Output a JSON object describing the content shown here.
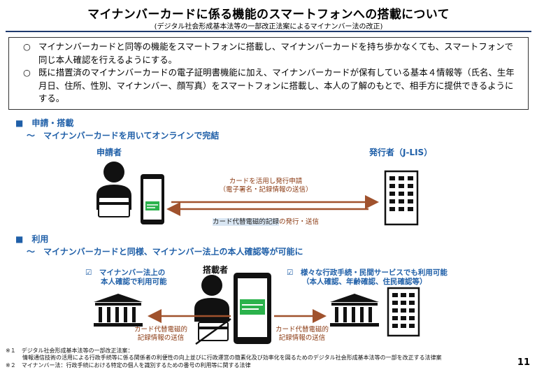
{
  "header": {
    "title": "マイナンバーカードに係る機能のスマートフォンへの搭載について",
    "subtitle": "(デジタル社会形成基本法等の一部改正法案によるマイナンバー法の改正)"
  },
  "summary": {
    "items": [
      {
        "mark": "○",
        "text": "マイナンバーカードと同等の機能をスマートフォンに搭載し、マイナンバーカードを持ち歩かなくても、スマートフォンで同じ本人確認を行えるようにする。"
      },
      {
        "mark": "○",
        "text": "既に措置済のマイナンバーカードの電子証明書機能に加え、マイナンバーカードが保有している基本４情報等（氏名、生年月日、住所、性別、マイナンバー、顔写真）をスマートフォンに搭載し、本人の了解のもとで、相手方に提供できるようにする。"
      }
    ]
  },
  "section1": {
    "heading": "■　申請・搭載",
    "subheading": "～　マイナンバーカードを用いてオンラインで完結",
    "applicant_label": "申請者",
    "issuer_label": "発行者（J-LIS）",
    "arrow_to_issuer": [
      "カードを活用し発行申請",
      "（電子署名・記録情報の送信）"
    ],
    "arrow_to_phone_highlight": "カード代替電磁的記録",
    "arrow_to_phone_rest": "の発行・送信"
  },
  "section2": {
    "heading": "■　利用",
    "subheading": "～　マイナンバーカードと同様、マイナンバー法上の本人確認等が可能に",
    "holder_label": "搭載者",
    "left_check": [
      "☑　マイナンバー法上の",
      "本人確認で利用可能"
    ],
    "right_check": [
      "☑　様々な行政手続・民間サービスでも利用可能",
      "（本人確認、年齢確認、住民確認等）"
    ],
    "left_arrow": [
      "カード代替電磁的",
      "記録情報の送信"
    ],
    "right_arrow": [
      "カード代替電磁的",
      "記録情報の送信"
    ]
  },
  "footnotes": [
    "※１　デジタル社会形成基本法等の一部改正法案：",
    "　　　情報通信技術の活用による行政手続等に係る関係者の利便性の向上並びに行政運営の簡素化及び効率化を図るためのデジタル社会形成基本法等の一部を改正する法律案",
    "※２　マイナンバー法：行政手続における特定の個人を識別するための番号の利用等に関する法律"
  ],
  "page_number": "11",
  "colors": {
    "accent_blue": "#1f5fa8",
    "arrow_brown": "#a0522d",
    "card_green": "#2bb24c",
    "title_rule": "#1f3a6e"
  }
}
